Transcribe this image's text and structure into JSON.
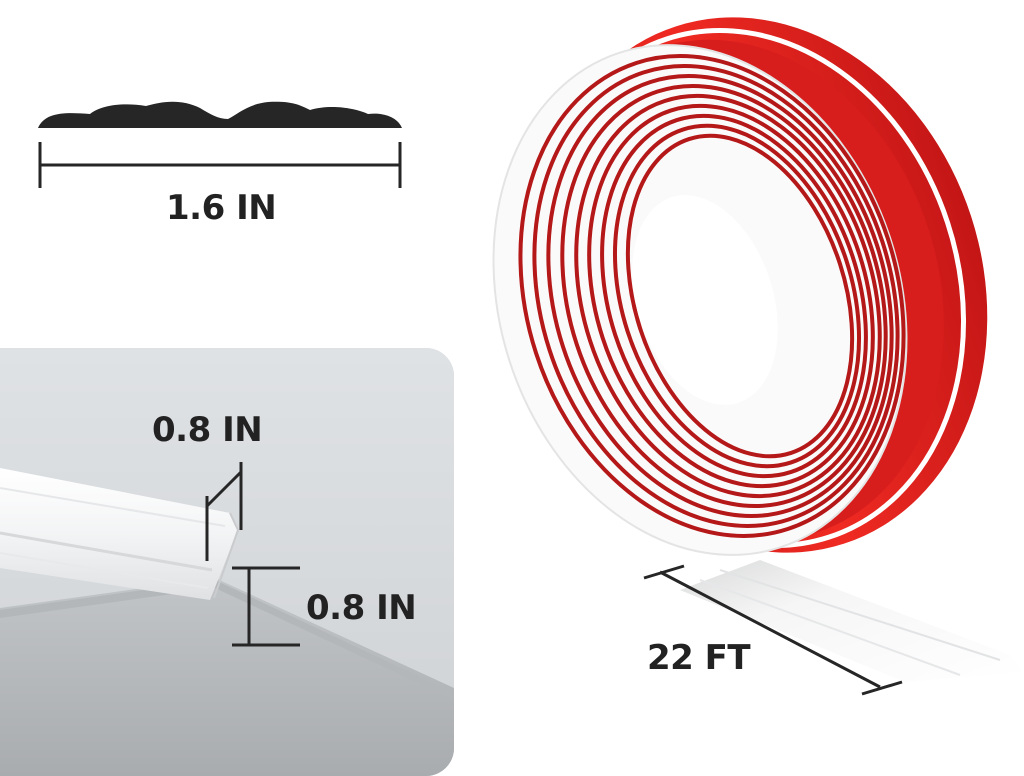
{
  "product": "Flexible caulk strip / self-adhesive trim tape (white with red adhesive backing)",
  "dimensions": {
    "width_label": "1.6 IN",
    "depth_label": "0.8 IN",
    "height_label": "0.8 IN",
    "length_label": "22 FT"
  },
  "colors": {
    "text": "#222222",
    "profile": "#262626",
    "panel_bg": "#d4d7da",
    "adhesive_red": "#e02020",
    "strip_white": "#f7f7f7"
  },
  "icons": {
    "profile": "strip-cross-section-icon",
    "dimension_line": "dimension-line-icon"
  }
}
